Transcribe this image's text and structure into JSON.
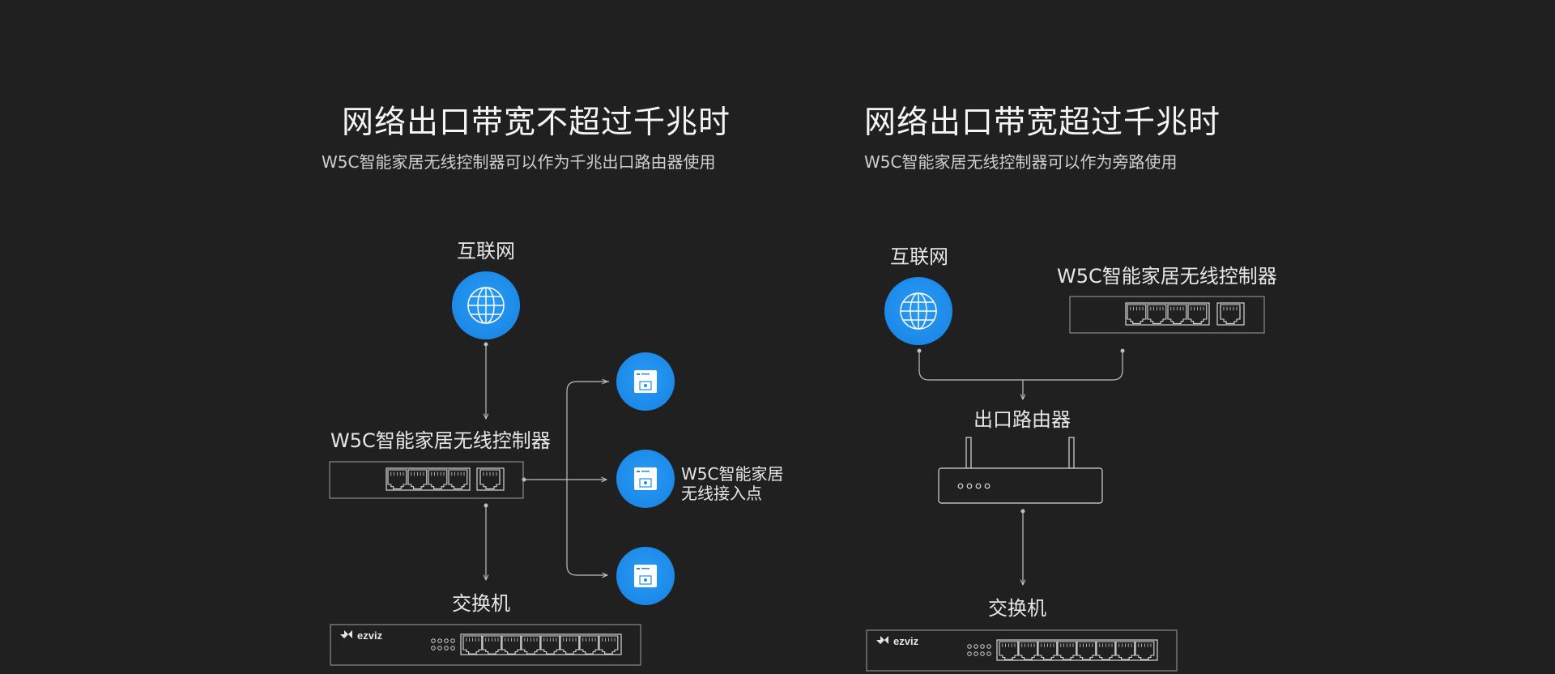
{
  "left": {
    "title": "网络出口带宽不超过千兆时",
    "subtitle": "W5C智能家居无线控制器可以作为千兆出口路由器使用",
    "internet_label": "互联网",
    "controller_label": "W5C智能家居无线控制器",
    "switch_label": "交换机",
    "ap_label_line1": "W5C智能家居",
    "ap_label_line2": "无线接入点"
  },
  "right": {
    "title": "网络出口带宽超过千兆时",
    "subtitle": "W5C智能家居无线控制器可以作为旁路使用",
    "internet_label": "互联网",
    "controller_label": "W5C智能家居无线控制器",
    "router_label": "出口路由器",
    "switch_label": "交换机"
  },
  "brand": {
    "logo_text": "ezviz"
  },
  "colors": {
    "background": "#202020",
    "accent_blue": "#1e8fef",
    "line": "#bfbfbf"
  },
  "icons": [
    "globe-icon",
    "access-point-icon",
    "ethernet-port-icon",
    "wifi-router-icon",
    "ezviz-logo-icon"
  ]
}
